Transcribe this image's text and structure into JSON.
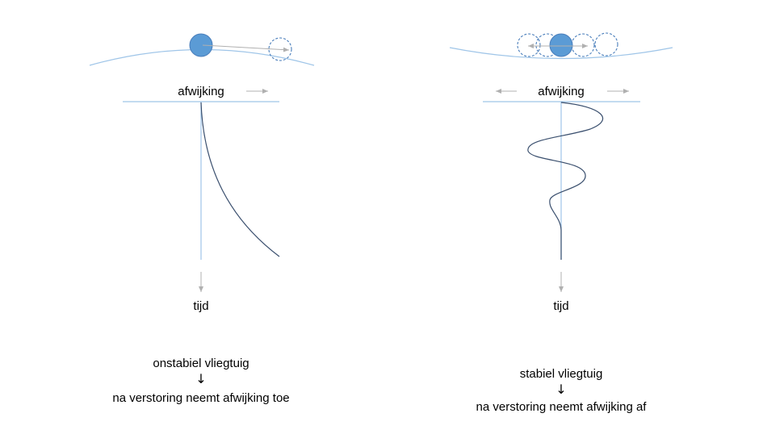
{
  "left_panel": {
    "axis_label": "afwijking",
    "time_label": "tijd",
    "caption_title": "onstabiel vliegtuig",
    "caption_arrow": "↓",
    "caption_text": "na verstoring neemt afwijking toe"
  },
  "right_panel": {
    "axis_label": "afwijking",
    "time_label": "tijd",
    "caption_title": "stabiel vliegtuig",
    "caption_arrow": "↓",
    "caption_text": "na verstoring neemt afwijking af"
  },
  "colors": {
    "ground_curve": "#9fc5e8",
    "ball_fill": "#5b9bd5",
    "ball_outline": "#4a7ebb",
    "ghost_outline": "#4a7ebb",
    "axis_line": "#9fc5e8",
    "response_curve": "#3a4f6e",
    "helper_arrow": "#b0b0b0"
  }
}
